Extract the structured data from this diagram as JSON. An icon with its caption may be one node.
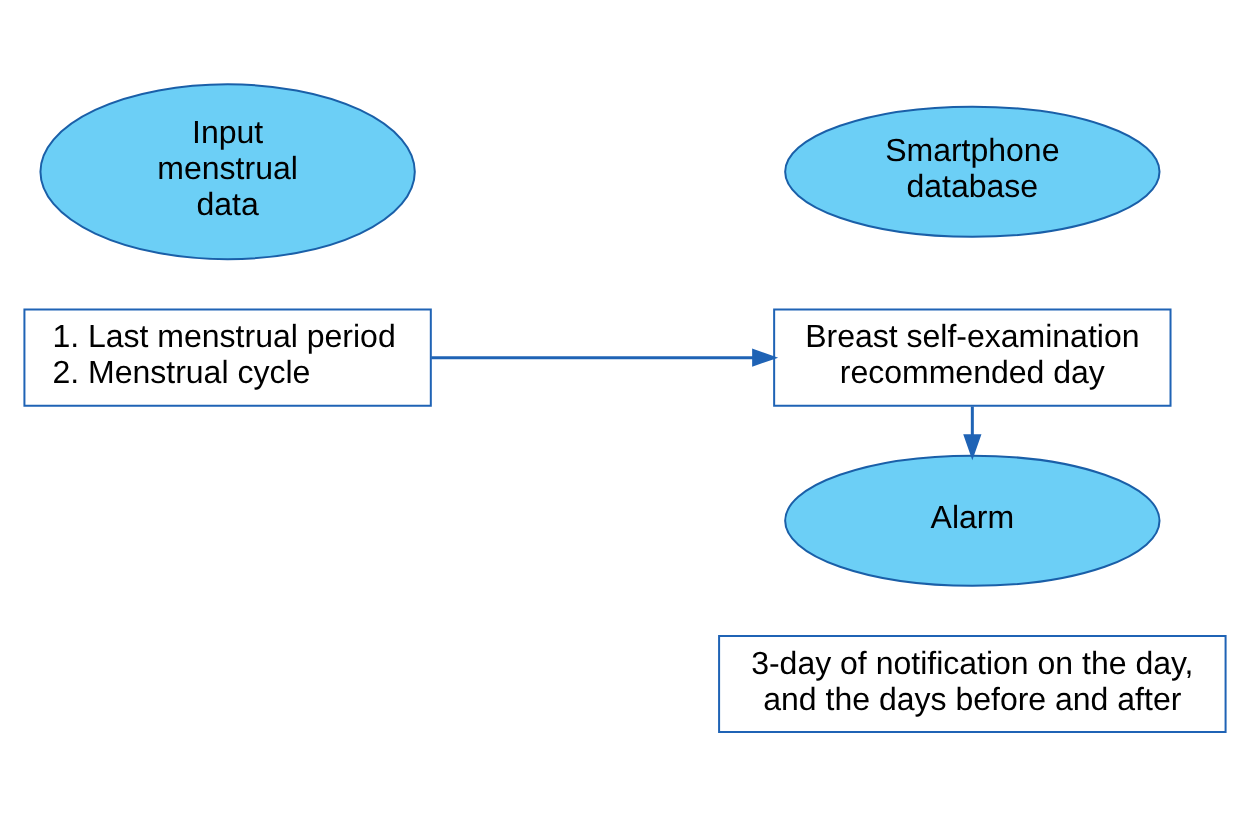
{
  "diagram": {
    "nodes": [
      {
        "text": [
          "Input menstrual data"
        ]
      },
      {
        "text": [
          "1. Last menstrual period",
          "2. Menstrual cycle"
        ]
      },
      {
        "text": [
          "Smartphone database"
        ]
      },
      {
        "text": [
          "Breast self-examination recommended day"
        ]
      },
      {
        "text": [
          "Alarm"
        ]
      },
      {
        "text": [
          "3-day of notification on the day, and the days before and after"
        ]
      }
    ],
    "edges": [
      {
        "from": 1,
        "to": 3,
        "arrow": "to"
      },
      {
        "from": 3,
        "to": 4,
        "arrow": "to"
      }
    ]
  }
}
